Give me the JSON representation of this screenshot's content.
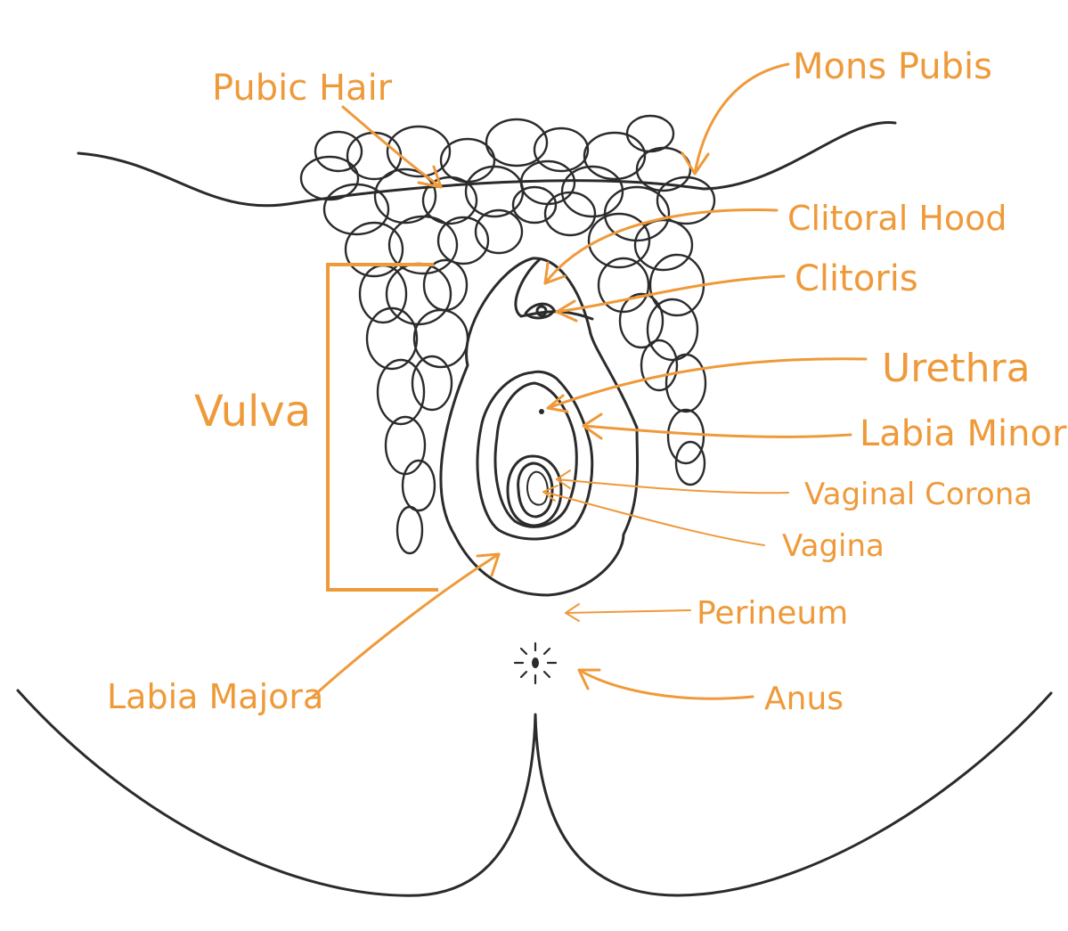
{
  "accent_color": "#ef9a3a",
  "line_color": "#2b2b2b",
  "labels": {
    "pubic_hair": "Pubic Hair",
    "mons_pubis": "Mons Pubis",
    "clitoral_hood": "Clitoral Hood",
    "clitoris": "Clitoris",
    "vulva": "Vulva",
    "urethra": "Urethra",
    "labia_minora": "Labia Minora",
    "vaginal_corona": "Vaginal Corona",
    "vagina": "Vagina",
    "perineum": "Perineum",
    "labia_majora": "Labia Majora",
    "anus": "Anus"
  }
}
